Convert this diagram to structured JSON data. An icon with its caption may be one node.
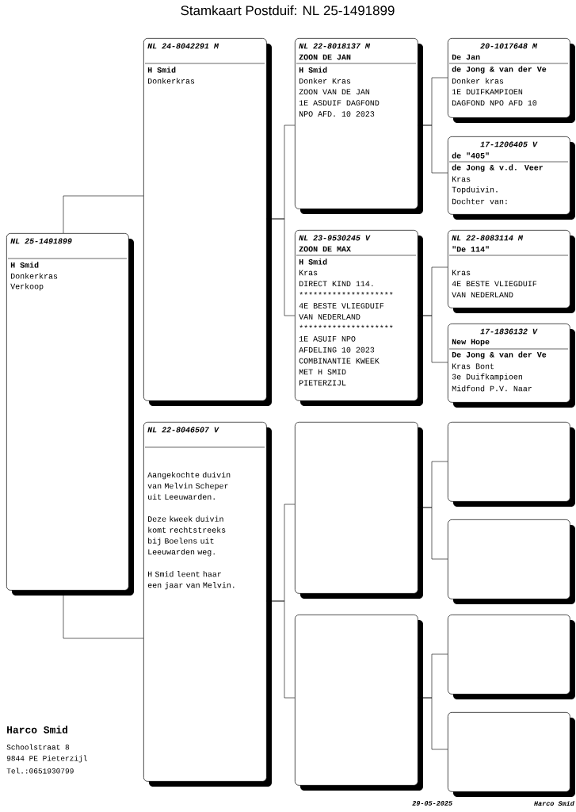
{
  "diagram": {
    "title": "Stamkaart Postduif: NL 25-1491899",
    "nodes": [
      {
        "text": [
          "NL 25-1491899",
          "H Smid",
          "Donkerkras",
          "Verkoop"
        ]
      },
      {
        "text": [
          "NL 24-8042291 M",
          "H Smid",
          "Donkerkras"
        ]
      },
      {
        "text": [
          "NL 22-8046507 V",
          "Aangekochte duivin van Melvin Scheper uit Leeuwarden.",
          "Deze kweek duivin komt rechtstreeks bij Boelens uit Leeuwarden weg.",
          "H Smid leent haar een jaar van Melvin."
        ]
      },
      {
        "text": [
          "NL 22-8018137 M",
          "ZOON DE JAN",
          "H Smid",
          "Donker Kras",
          "ZOON VAN DE JAN",
          "1E ASDUIF DAGFOND",
          "NPO AFD. 10 2023"
        ]
      },
      {
        "text": [
          "NL 23-9530245 V",
          "ZOON DE MAX",
          "H Smid",
          "Kras",
          "DIRECT KIND 114.",
          "********************",
          "4E BESTE VLIEGDUIF",
          "VAN NEDERLAND",
          "********************",
          "1E ASUIF NPO",
          "AFDELING 10 2023",
          "COMBINANTIE KWEEK",
          "MET H SMID",
          "PIETERZIJL"
        ]
      },
      {
        "text": [],
        "shape": "box"
      },
      {
        "text": [],
        "shape": "box"
      },
      {
        "text": [
          "20-1017648 M",
          "De Jan",
          "de Jong & van der Ve",
          "Donker kras",
          "1E DUIFKAMPIOEN",
          "DAGFOND NPO AFD 10"
        ]
      },
      {
        "text": [
          "17-1206405 V",
          "de \"405\"",
          "de Jong & v.d. Veer",
          "Kras",
          "Topduivin.",
          "Dochter van:"
        ]
      },
      {
        "text": [
          "NL 22-8083114 M",
          "\"De 114\"",
          "Kras",
          "4E BESTE VLIEGDUIF",
          "VAN NEDERLAND"
        ]
      },
      {
        "text": [
          "17-1836132 V",
          "New Hope",
          "De Jong & van der Ve",
          "Kras Bont",
          "3e Duifkampioen",
          "Midfond P.V. Naar"
        ]
      },
      {
        "text": [],
        "shape": "box"
      },
      {
        "text": [],
        "shape": "box"
      },
      {
        "text": [],
        "shape": "box"
      },
      {
        "text": [],
        "shape": "box"
      }
    ],
    "edges": [
      {
        "from": 0,
        "to": 1,
        "arrow": "none"
      },
      {
        "from": 0,
        "to": 2,
        "arrow": "none"
      },
      {
        "from": 1,
        "to": 3,
        "arrow": "none"
      },
      {
        "from": 1,
        "to": 4,
        "arrow": "none"
      },
      {
        "from": 2,
        "to": 5,
        "arrow": "none"
      },
      {
        "from": 2,
        "to": 6,
        "arrow": "none"
      },
      {
        "from": 3,
        "to": 7,
        "arrow": "none"
      },
      {
        "from": 3,
        "to": 8,
        "arrow": "none"
      },
      {
        "from": 4,
        "to": 9,
        "arrow": "none"
      },
      {
        "from": 4,
        "to": 10,
        "arrow": "none"
      },
      {
        "from": 5,
        "to": 11,
        "arrow": "none"
      },
      {
        "from": 5,
        "to": 12,
        "arrow": "none"
      },
      {
        "from": 6,
        "to": 13,
        "arrow": "none"
      },
      {
        "from": 6,
        "to": 14,
        "arrow": "none"
      }
    ],
    "labels": [
      "Harco Smid",
      "Schoolstraat 8",
      "9844 PE Pieterzijl",
      "Tel.:0651930799",
      "29-05-2025",
      "Harco Smid"
    ]
  }
}
